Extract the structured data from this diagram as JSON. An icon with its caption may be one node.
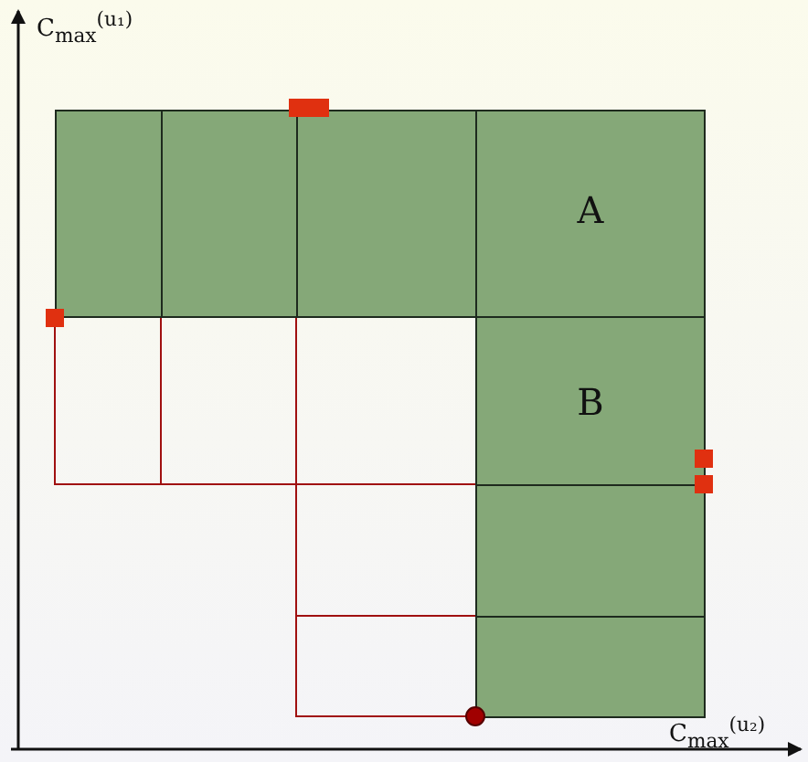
{
  "diagram": {
    "nodes": [
      {
        "text": [],
        "shape": "box"
      },
      {
        "text": [],
        "shape": "box"
      },
      {
        "text": [],
        "shape": "box"
      },
      {
        "text": [
          "A"
        ]
      },
      {
        "text": [
          "B"
        ]
      },
      {
        "text": [],
        "shape": "box"
      },
      {
        "text": [],
        "shape": "box"
      }
    ],
    "edges": [],
    "labels": [
      "C$_{max}$$^{(u₁)}$",
      "C$_{max}$$^{(u₂)}$"
    ]
  }
}
